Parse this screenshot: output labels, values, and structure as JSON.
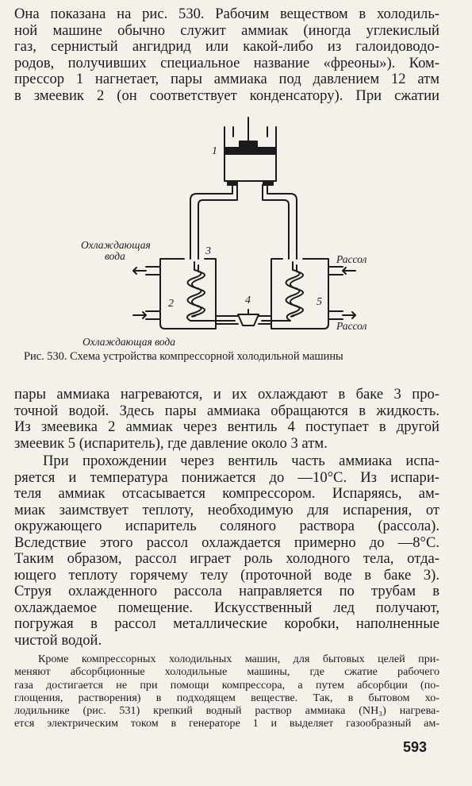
{
  "top_paragraph": [
    "Она показана на рис. 530. Рабочим веществом в холодиль-",
    "ной машине обычно служит аммиак (иногда углекислый",
    "газ, сернистый ангидрид или какой-либо из галоидоводо-",
    "родов, получивших специальное название «фреоны»). Ком-",
    "прессор 1 нагнетает, пары аммиака под давлением 12 атм",
    "в змеевик 2 (он соответствует конденсатору). При сжатии"
  ],
  "figure": {
    "labels": {
      "cooling_water_top": [
        "Охлаждающая",
        "вода"
      ],
      "cooling_water_bottom": "Охлаждающая вода",
      "brine_top": "Рассол",
      "brine_bottom": "Рассол"
    },
    "numbers": {
      "compressor": "1",
      "condenser": "2",
      "tank": "3",
      "valve": "4",
      "evaporator": "5"
    },
    "caption": "Рис. 530. Схема устройства компрессорной холодильной машины"
  },
  "paragraph_1": [
    "пары аммиака нагреваются, и их охлаждают в баке 3 про-",
    "точной водой. Здесь пары аммиака обращаются в жидкость.",
    "Из змеевика 2 аммиак через вентиль 4 поступает в другой",
    "змеевик 5 (испаритель), где давление около 3 атм."
  ],
  "paragraph_2": [
    "При прохождении через вентиль часть аммиака испа-",
    "ряется и температура понижается до —10°C. Из испари-",
    "теля аммиак отсасывается компрессором. Испаряясь, ам-",
    "миак заимствует теплоту, необходимую для испарения, от",
    "окружающего испаритель соляного раствора (рассола).",
    "Вследствие этого рассол охлаждается примерно до —8°C.",
    "Таким образом, рассол играет роль холодного тела, отда-",
    "ющего теплоту горячему телу (проточной воде в баке 3).",
    "Струя охлажденного рассола направляется по трубам в",
    "охлаждаемое помещение. Искусственный лед получают,",
    "погружая в рассол металлические коробки, наполненные",
    "чистой водой."
  ],
  "small_paragraph": [
    "Кроме компрессорных холодильных машин, для бытовых целей при-",
    "меняют абсорбционные холодильные машины, где сжатие рабочего",
    "газа достигается не при помощи компрессора, а путем абсорбции (по-",
    "глощения, растворения) в подходящем веществе. Так, в бытовом хо-",
    "лодильнике (рис. 531) крепкий водный раствор аммиака (NH₃) нагрева-",
    "ется электрическим током в генераторе 1 и выделяет газообразный ам-"
  ],
  "page_number": "593"
}
